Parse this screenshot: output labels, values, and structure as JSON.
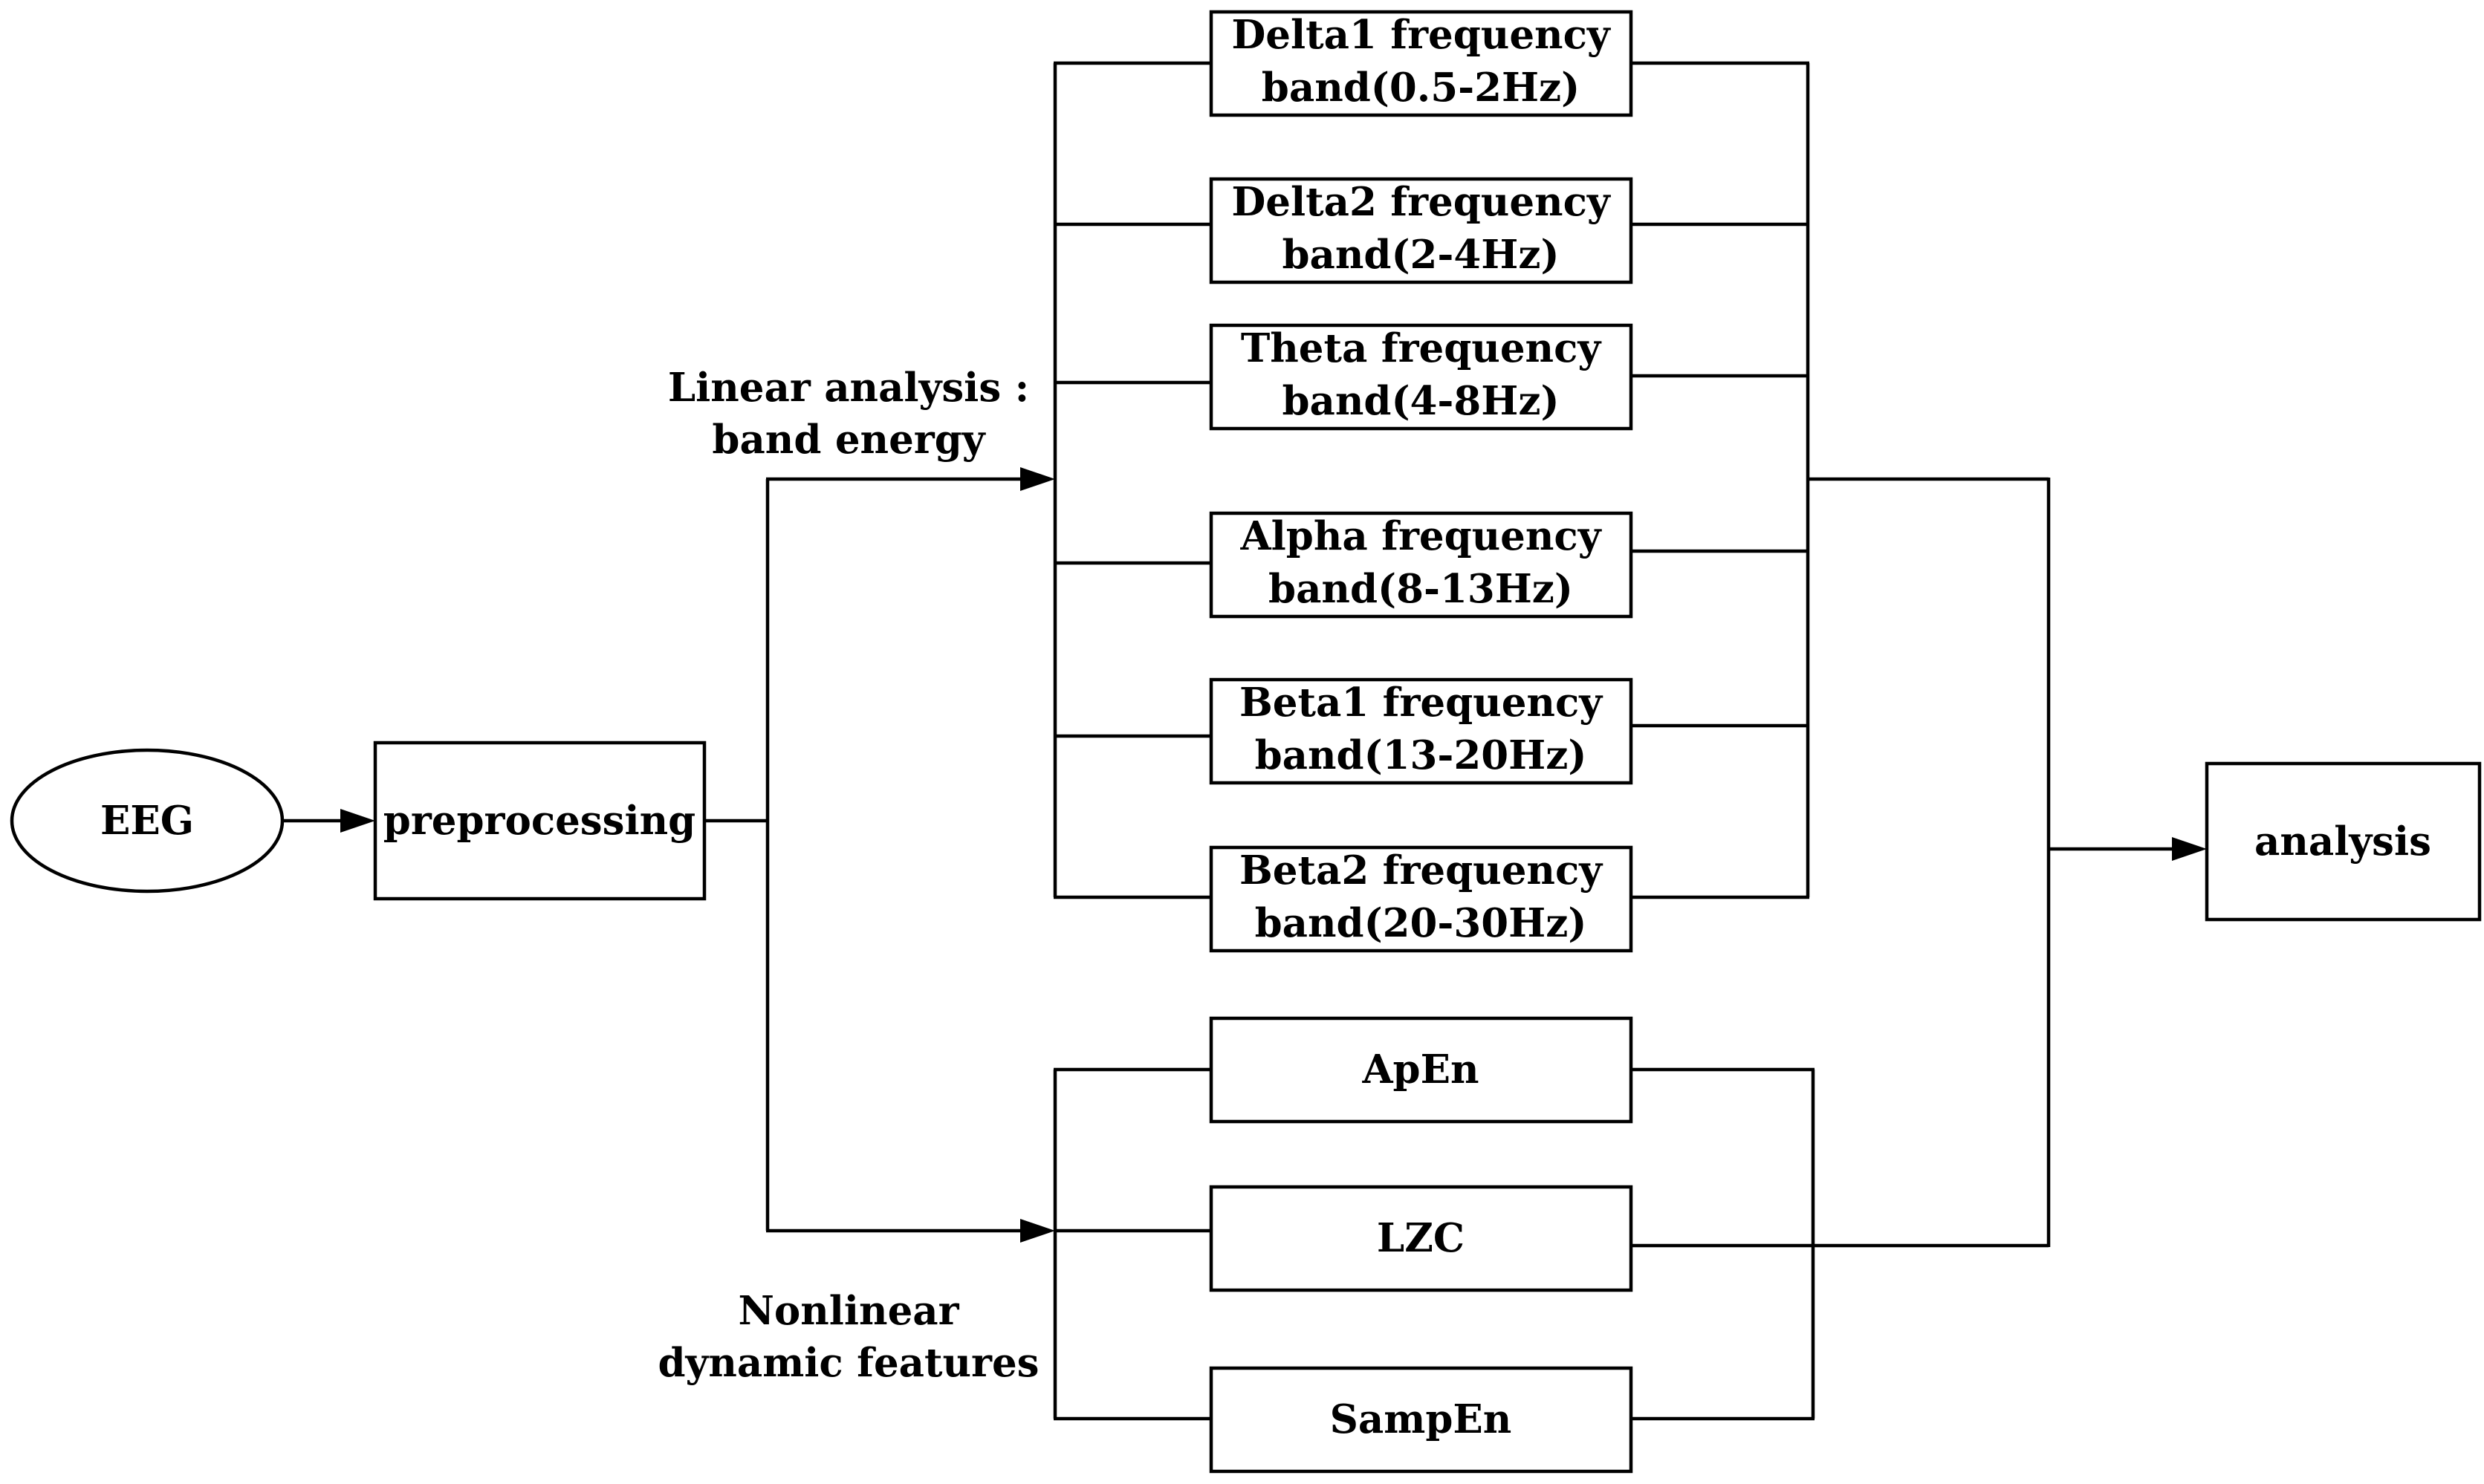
{
  "nodes": {
    "eeg": "EEG",
    "preprocessing": "preprocessing",
    "analysis": "analysis",
    "bands": [
      {
        "line1": "Delta1 frequency",
        "line2": "band(0.5-2Hz)"
      },
      {
        "line1": "Delta2 frequency",
        "line2": "band(2-4Hz)"
      },
      {
        "line1": "Theta frequency",
        "line2": "band(4-8Hz)"
      },
      {
        "line1": "Alpha frequency",
        "line2": "band(8-13Hz)"
      },
      {
        "line1": "Beta1 frequency",
        "line2": "band(13-20Hz)"
      },
      {
        "line1": "Beta2 frequency",
        "line2": "band(20-30Hz)"
      }
    ],
    "nonlinear": [
      "ApEn",
      "LZC",
      "SampEn"
    ]
  },
  "labels": {
    "linear": {
      "line1": "Linear analysis :",
      "line2": "band energy"
    },
    "nonlinear": {
      "line1": "Nonlinear",
      "line2": "dynamic features"
    }
  }
}
